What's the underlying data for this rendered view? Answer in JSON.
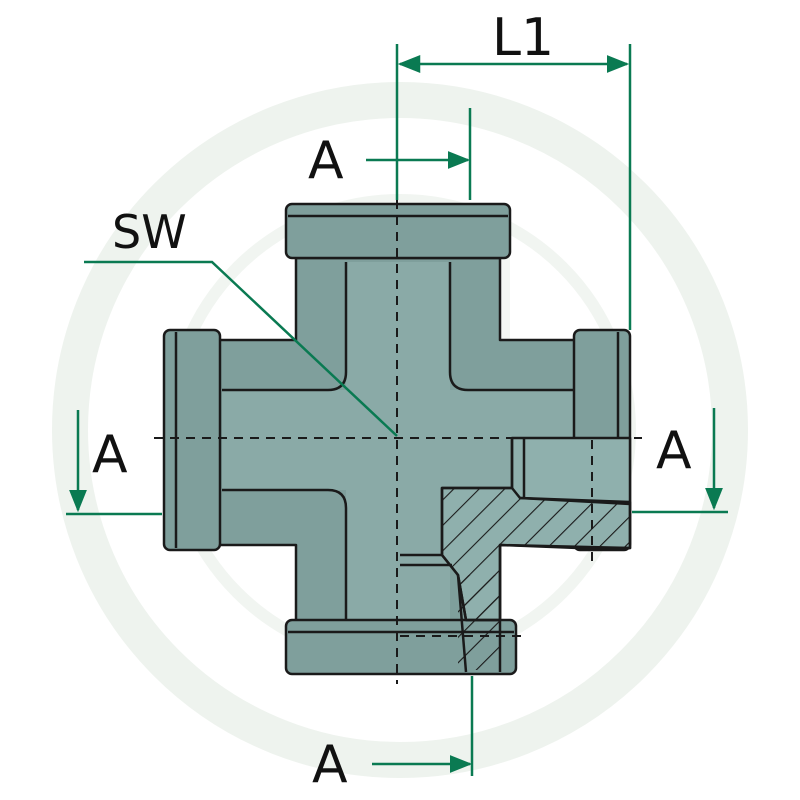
{
  "labels": {
    "length": "L1",
    "wrench_size": "SW",
    "section_top": "A",
    "section_left": "A",
    "section_right": "A",
    "section_bottom": "A"
  },
  "colors": {
    "body_fill": "#7f9f9c",
    "body_fill_light": "#8fb0ad",
    "outline": "#1a1a1a",
    "dimension_line": "#0a7a52",
    "section_hatch": "#1a1a1a",
    "watermark": "#eef3ee"
  }
}
